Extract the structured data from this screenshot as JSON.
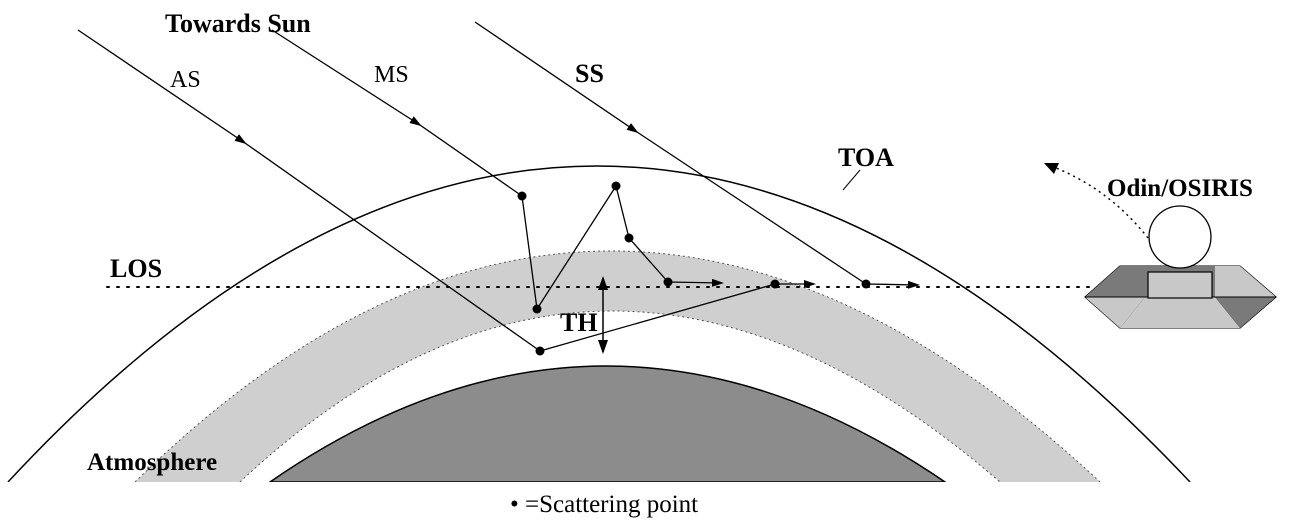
{
  "labels": {
    "towards_sun": "Towards Sun",
    "as": "AS",
    "ms": "MS",
    "ss": "SS",
    "toa": "TOA",
    "satellite": "Odin/OSIRIS",
    "los": "LOS",
    "th": "TH",
    "atmosphere": "Atmosphere",
    "legend": "• =Scattering point"
  },
  "colors": {
    "earth": "#8c8c8c",
    "tangent_layer": "#cfcfcf",
    "satellite_dark": "#000000",
    "satellite_mid": "#7a7a7a",
    "satellite_light": "#c8c8c8"
  }
}
